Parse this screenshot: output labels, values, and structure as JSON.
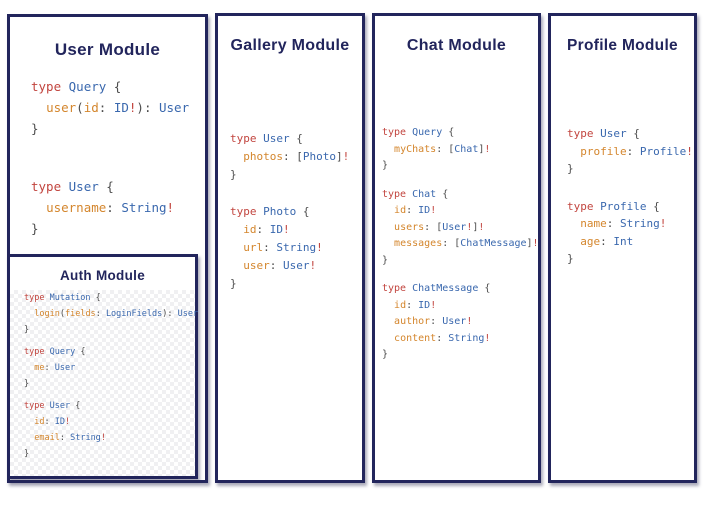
{
  "colors": {
    "navy": "#22255c",
    "keyword": "#c2453f",
    "type": "#3a68ae",
    "field": "#d4862d",
    "punct": "#4d4d4d",
    "checker": "#f0f0f2",
    "background": "#ffffff"
  },
  "modules": [
    {
      "id": "user",
      "title": "User Module",
      "code": [
        [
          [
            [
              "k",
              "type "
            ],
            [
              "t",
              "Query "
            ],
            [
              "p",
              "{"
            ]
          ],
          [
            [
              "p",
              "  "
            ],
            [
              "f",
              "user"
            ],
            [
              "p",
              "("
            ],
            [
              "f",
              "id"
            ],
            [
              "p",
              ": "
            ],
            [
              "t",
              "ID"
            ],
            [
              "k",
              "!"
            ],
            [
              "p",
              "): "
            ],
            [
              "t",
              "User"
            ]
          ],
          [
            [
              "p",
              "}"
            ]
          ]
        ],
        [
          [
            [
              "k",
              "type "
            ],
            [
              "t",
              "User "
            ],
            [
              "p",
              "{"
            ]
          ],
          [
            [
              "p",
              "  "
            ],
            [
              "f",
              "username"
            ],
            [
              "p",
              ": "
            ],
            [
              "t",
              "String"
            ],
            [
              "k",
              "!"
            ]
          ],
          [
            [
              "p",
              "}"
            ]
          ]
        ]
      ]
    },
    {
      "id": "auth",
      "title": "Auth Module",
      "code": [
        [
          [
            [
              "k",
              "type "
            ],
            [
              "t",
              "Mutation "
            ],
            [
              "p",
              "{"
            ]
          ],
          [
            [
              "p",
              "  "
            ],
            [
              "f",
              "login"
            ],
            [
              "p",
              "("
            ],
            [
              "f",
              "fields"
            ],
            [
              "p",
              ": "
            ],
            [
              "t",
              "LoginFields"
            ],
            [
              "p",
              "): "
            ],
            [
              "t",
              "User"
            ]
          ],
          [
            [
              "p",
              "}"
            ]
          ]
        ],
        [
          [
            [
              "k",
              "type "
            ],
            [
              "t",
              "Query "
            ],
            [
              "p",
              "{"
            ]
          ],
          [
            [
              "p",
              "  "
            ],
            [
              "f",
              "me"
            ],
            [
              "p",
              ": "
            ],
            [
              "t",
              "User"
            ]
          ],
          [
            [
              "p",
              "}"
            ]
          ]
        ],
        [
          [
            [
              "k",
              "type "
            ],
            [
              "t",
              "User "
            ],
            [
              "p",
              "{"
            ]
          ],
          [
            [
              "p",
              "  "
            ],
            [
              "f",
              "id"
            ],
            [
              "p",
              ": "
            ],
            [
              "t",
              "ID"
            ],
            [
              "k",
              "!"
            ]
          ],
          [
            [
              "p",
              "  "
            ],
            [
              "f",
              "email"
            ],
            [
              "p",
              ": "
            ],
            [
              "t",
              "String"
            ],
            [
              "k",
              "!"
            ]
          ],
          [
            [
              "p",
              "}"
            ]
          ]
        ]
      ]
    },
    {
      "id": "gallery",
      "title": "Gallery Module",
      "code": [
        [
          [
            [
              "k",
              "type "
            ],
            [
              "t",
              "User "
            ],
            [
              "p",
              "{"
            ]
          ],
          [
            [
              "p",
              "  "
            ],
            [
              "f",
              "photos"
            ],
            [
              "p",
              ": ["
            ],
            [
              "t",
              "Photo"
            ],
            [
              "p",
              "]"
            ],
            [
              "k",
              "!"
            ]
          ],
          [
            [
              "p",
              "}"
            ]
          ]
        ],
        [
          [
            [
              "k",
              "type "
            ],
            [
              "t",
              "Photo "
            ],
            [
              "p",
              "{"
            ]
          ],
          [
            [
              "p",
              "  "
            ],
            [
              "f",
              "id"
            ],
            [
              "p",
              ": "
            ],
            [
              "t",
              "ID"
            ],
            [
              "k",
              "!"
            ]
          ],
          [
            [
              "p",
              "  "
            ],
            [
              "f",
              "url"
            ],
            [
              "p",
              ": "
            ],
            [
              "t",
              "String"
            ],
            [
              "k",
              "!"
            ]
          ],
          [
            [
              "p",
              "  "
            ],
            [
              "f",
              "user"
            ],
            [
              "p",
              ": "
            ],
            [
              "t",
              "User"
            ],
            [
              "k",
              "!"
            ]
          ],
          [
            [
              "p",
              "}"
            ]
          ]
        ]
      ]
    },
    {
      "id": "chat",
      "title": "Chat Module",
      "code": [
        [
          [
            [
              "k",
              "type "
            ],
            [
              "t",
              "Query "
            ],
            [
              "p",
              "{"
            ]
          ],
          [
            [
              "p",
              "  "
            ],
            [
              "f",
              "myChats"
            ],
            [
              "p",
              ": ["
            ],
            [
              "t",
              "Chat"
            ],
            [
              "p",
              "]"
            ],
            [
              "k",
              "!"
            ]
          ],
          [
            [
              "p",
              "}"
            ]
          ]
        ],
        [
          [
            [
              "k",
              "type "
            ],
            [
              "t",
              "Chat "
            ],
            [
              "p",
              "{"
            ]
          ],
          [
            [
              "p",
              "  "
            ],
            [
              "f",
              "id"
            ],
            [
              "p",
              ": "
            ],
            [
              "t",
              "ID"
            ],
            [
              "k",
              "!"
            ]
          ],
          [
            [
              "p",
              "  "
            ],
            [
              "f",
              "users"
            ],
            [
              "p",
              ": ["
            ],
            [
              "t",
              "User"
            ],
            [
              "k",
              "!"
            ],
            [
              "p",
              "]"
            ],
            [
              "k",
              "!"
            ]
          ],
          [
            [
              "p",
              "  "
            ],
            [
              "f",
              "messages"
            ],
            [
              "p",
              ": ["
            ],
            [
              "t",
              "ChatMessage"
            ],
            [
              "p",
              "]"
            ],
            [
              "k",
              "!"
            ]
          ],
          [
            [
              "p",
              "}"
            ]
          ]
        ],
        [
          [
            [
              "k",
              "type "
            ],
            [
              "t",
              "ChatMessage "
            ],
            [
              "p",
              "{"
            ]
          ],
          [
            [
              "p",
              "  "
            ],
            [
              "f",
              "id"
            ],
            [
              "p",
              ": "
            ],
            [
              "t",
              "ID"
            ],
            [
              "k",
              "!"
            ]
          ],
          [
            [
              "p",
              "  "
            ],
            [
              "f",
              "author"
            ],
            [
              "p",
              ": "
            ],
            [
              "t",
              "User"
            ],
            [
              "k",
              "!"
            ]
          ],
          [
            [
              "p",
              "  "
            ],
            [
              "f",
              "content"
            ],
            [
              "p",
              ": "
            ],
            [
              "t",
              "String"
            ],
            [
              "k",
              "!"
            ]
          ],
          [
            [
              "p",
              "}"
            ]
          ]
        ]
      ]
    },
    {
      "id": "profile",
      "title": "Profile Module",
      "code": [
        [
          [
            [
              "k",
              "type "
            ],
            [
              "t",
              "User "
            ],
            [
              "p",
              "{"
            ]
          ],
          [
            [
              "p",
              "  "
            ],
            [
              "f",
              "profile"
            ],
            [
              "p",
              ": "
            ],
            [
              "t",
              "Profile"
            ],
            [
              "k",
              "!"
            ]
          ],
          [
            [
              "p",
              "}"
            ]
          ]
        ],
        [
          [
            [
              "k",
              "type "
            ],
            [
              "t",
              "Profile "
            ],
            [
              "p",
              "{"
            ]
          ],
          [
            [
              "p",
              "  "
            ],
            [
              "f",
              "name"
            ],
            [
              "p",
              ": "
            ],
            [
              "t",
              "String"
            ],
            [
              "k",
              "!"
            ]
          ],
          [
            [
              "p",
              "  "
            ],
            [
              "f",
              "age"
            ],
            [
              "p",
              ": "
            ],
            [
              "t",
              "Int"
            ]
          ],
          [
            [
              "p",
              "}"
            ]
          ]
        ]
      ]
    }
  ]
}
